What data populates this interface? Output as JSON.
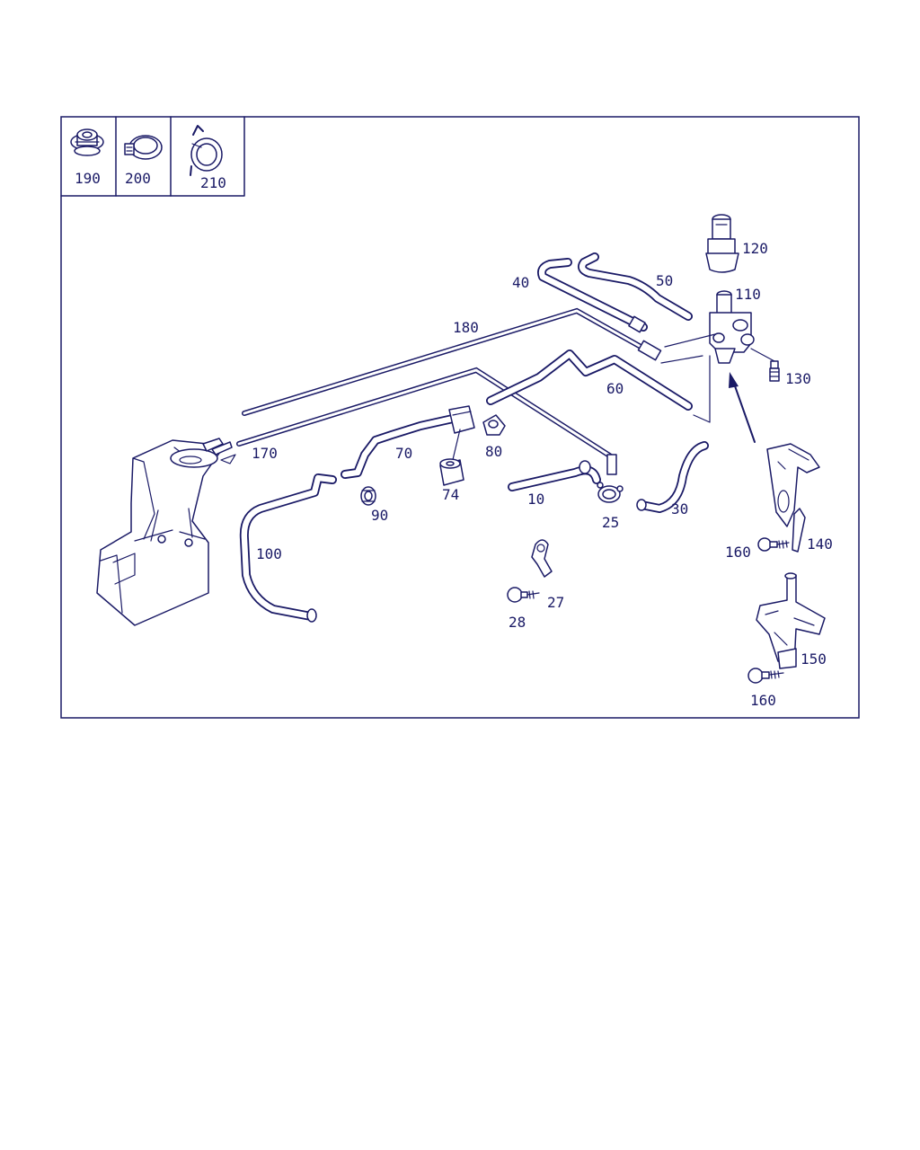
{
  "legend_items": [
    {
      "id": "190",
      "label": "190",
      "icon": "grommet-icon"
    },
    {
      "id": "200",
      "label": "200",
      "icon": "hose-clamp-icon"
    },
    {
      "id": "210",
      "label": "210",
      "icon": "spring-clamp-icon"
    }
  ],
  "callouts": {
    "p120": "120",
    "p110": "110",
    "p40": "40",
    "p50": "50",
    "p180": "180",
    "p130": "130",
    "p60": "60",
    "p170": "170",
    "p70": "70",
    "p80": "80",
    "p74": "74",
    "p10": "10",
    "p25": "25",
    "p30": "30",
    "p90": "90",
    "p100": "100",
    "p140": "140",
    "p160a": "160",
    "p27": "27",
    "p28": "28",
    "p150": "150",
    "p160b": "160"
  },
  "colors": {
    "line": "#1a1a66",
    "background": "#ffffff"
  }
}
